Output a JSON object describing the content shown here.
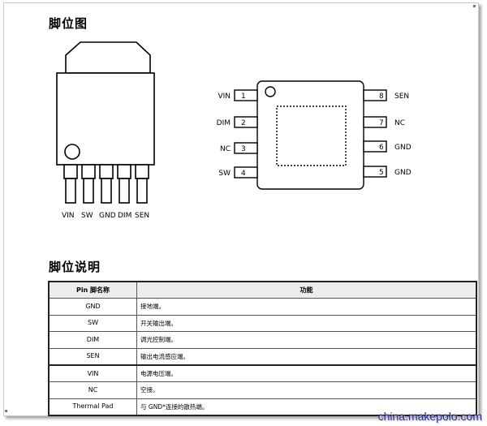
{
  "sections": {
    "pinout_title": "脚位图",
    "description_title": "脚位说明"
  },
  "to_package": {
    "pins": [
      "VIN",
      "SW",
      "GND",
      "DIM",
      "SEN"
    ]
  },
  "msop_package": {
    "left_pins": [
      {
        "name": "VIN",
        "num": "1"
      },
      {
        "name": "DIM",
        "num": "2"
      },
      {
        "name": "NC",
        "num": "3"
      },
      {
        "name": "SW",
        "num": "4"
      }
    ],
    "right_pins": [
      {
        "name": "SEN",
        "num": "8"
      },
      {
        "name": "NC",
        "num": "7"
      },
      {
        "name": "GND",
        "num": "6"
      },
      {
        "name": "GND",
        "num": "5"
      }
    ]
  },
  "table": {
    "headers": [
      "Pin 脚名称",
      "功能"
    ],
    "rows": [
      {
        "pin": "GND",
        "func": "接地端。"
      },
      {
        "pin": "SW",
        "func": "开关输出端。"
      },
      {
        "pin": "DIM",
        "func": "调光控制端。"
      },
      {
        "pin": "SEN",
        "func": "输出电流感应端。"
      },
      {
        "pin": "VIN",
        "func": "电源电压端。"
      },
      {
        "pin": "NC",
        "func": "空接。"
      },
      {
        "pin": "Thermal Pad",
        "func": "与 GND*连接的散热端。"
      }
    ]
  },
  "watermark": "china.makepolo.com"
}
